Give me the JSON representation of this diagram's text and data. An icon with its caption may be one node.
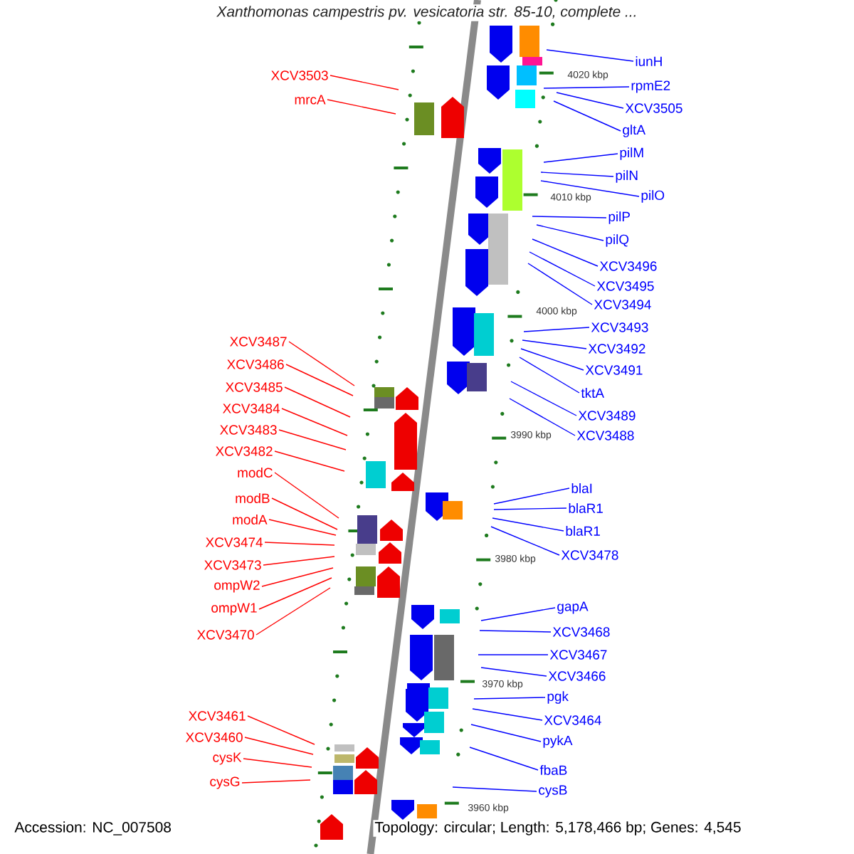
{
  "diagram": {
    "title": "Xanthomonas campestris pv. vesicatoria str. 85-10, complete ...",
    "nodes": [
      {
        "text": [
          "XCV3503"
        ]
      },
      {
        "text": [
          "mrcA"
        ]
      },
      {
        "text": [
          "XCV3487"
        ]
      },
      {
        "text": [
          "XCV3486"
        ]
      },
      {
        "text": [
          "XCV3485"
        ]
      },
      {
        "text": [
          "XCV3484"
        ]
      },
      {
        "text": [
          "XCV3483"
        ]
      },
      {
        "text": [
          "XCV3482"
        ]
      },
      {
        "text": [
          "modC"
        ]
      },
      {
        "text": [
          "modB"
        ]
      },
      {
        "text": [
          "modA"
        ]
      },
      {
        "text": [
          "XCV3474"
        ]
      },
      {
        "text": [
          "XCV3473"
        ]
      },
      {
        "text": [
          "ompW2"
        ]
      },
      {
        "text": [
          "ompW1"
        ]
      },
      {
        "text": [
          "XCV3470"
        ]
      },
      {
        "text": [
          "XCV3461"
        ]
      },
      {
        "text": [
          "XCV3460"
        ]
      },
      {
        "text": [
          "cysK"
        ]
      },
      {
        "text": [
          "cysG"
        ]
      },
      {
        "text": [
          "iunH"
        ]
      },
      {
        "text": [
          "rpmE2"
        ]
      },
      {
        "text": [
          "XCV3505"
        ]
      },
      {
        "text": [
          "gltA"
        ]
      },
      {
        "text": [
          "pilM"
        ]
      },
      {
        "text": [
          "pilN"
        ]
      },
      {
        "text": [
          "pilO"
        ]
      },
      {
        "text": [
          "pilP"
        ]
      },
      {
        "text": [
          "pilQ"
        ]
      },
      {
        "text": [
          "XCV3496"
        ]
      },
      {
        "text": [
          "XCV3495"
        ]
      },
      {
        "text": [
          "XCV3494"
        ]
      },
      {
        "text": [
          "XCV3493"
        ]
      },
      {
        "text": [
          "XCV3492"
        ]
      },
      {
        "text": [
          "XCV3491"
        ]
      },
      {
        "text": [
          "tktA"
        ]
      },
      {
        "text": [
          "XCV3489"
        ]
      },
      {
        "text": [
          "XCV3488"
        ]
      },
      {
        "text": [
          "blaI"
        ]
      },
      {
        "text": [
          "blaR1"
        ]
      },
      {
        "text": [
          "blaR1"
        ]
      },
      {
        "text": [
          "XCV3478"
        ]
      },
      {
        "text": [
          "gapA"
        ]
      },
      {
        "text": [
          "XCV3468"
        ]
      },
      {
        "text": [
          "XCV3467"
        ]
      },
      {
        "text": [
          "XCV3466"
        ]
      },
      {
        "text": [
          "pgk"
        ]
      },
      {
        "text": [
          "XCV3464"
        ]
      },
      {
        "text": [
          "pykA"
        ]
      },
      {
        "text": [
          "fbaB"
        ]
      },
      {
        "text": [
          "cysB"
        ]
      }
    ],
    "edges": [
      {
        "from": 0,
        "to": null,
        "arrow": "none",
        "color": "#ff0000"
      },
      {
        "from": 1,
        "to": null,
        "arrow": "none",
        "color": "#ff0000"
      },
      {
        "from": 2,
        "to": null,
        "arrow": "none",
        "color": "#ff0000"
      },
      {
        "from": 3,
        "to": null,
        "arrow": "none",
        "color": "#ff0000"
      },
      {
        "from": 4,
        "to": null,
        "arrow": "none",
        "color": "#ff0000"
      },
      {
        "from": 5,
        "to": null,
        "arrow": "none",
        "color": "#ff0000"
      },
      {
        "from": 6,
        "to": null,
        "arrow": "none",
        "color": "#ff0000"
      },
      {
        "from": 7,
        "to": null,
        "arrow": "none",
        "color": "#ff0000"
      },
      {
        "from": 8,
        "to": null,
        "arrow": "none",
        "color": "#ff0000"
      },
      {
        "from": 9,
        "to": null,
        "arrow": "none",
        "color": "#ff0000"
      },
      {
        "from": 10,
        "to": null,
        "arrow": "none",
        "color": "#ff0000"
      },
      {
        "from": 11,
        "to": null,
        "arrow": "none",
        "color": "#ff0000"
      },
      {
        "from": 12,
        "to": null,
        "arrow": "none",
        "color": "#ff0000"
      },
      {
        "from": 13,
        "to": null,
        "arrow": "none",
        "color": "#ff0000"
      },
      {
        "from": 14,
        "to": null,
        "arrow": "none",
        "color": "#ff0000"
      },
      {
        "from": 15,
        "to": null,
        "arrow": "none",
        "color": "#ff0000"
      },
      {
        "from": 16,
        "to": null,
        "arrow": "none",
        "color": "#ff0000"
      },
      {
        "from": 17,
        "to": null,
        "arrow": "none",
        "color": "#ff0000"
      },
      {
        "from": 18,
        "to": null,
        "arrow": "none",
        "color": "#ff0000"
      },
      {
        "from": 19,
        "to": null,
        "arrow": "none",
        "color": "#ff0000"
      },
      {
        "from": 20,
        "to": null,
        "arrow": "none"
      },
      {
        "from": 21,
        "to": null,
        "arrow": "none"
      },
      {
        "from": 22,
        "to": null,
        "arrow": "none"
      },
      {
        "from": 23,
        "to": null,
        "arrow": "none"
      },
      {
        "from": 24,
        "to": null,
        "arrow": "none"
      },
      {
        "from": 25,
        "to": null,
        "arrow": "none"
      },
      {
        "from": 26,
        "to": null,
        "arrow": "none"
      },
      {
        "from": 27,
        "to": null,
        "arrow": "none"
      },
      {
        "from": 28,
        "to": null,
        "arrow": "none"
      },
      {
        "from": 29,
        "to": null,
        "arrow": "none"
      },
      {
        "from": 30,
        "to": null,
        "arrow": "none"
      },
      {
        "from": 31,
        "to": null,
        "arrow": "none"
      },
      {
        "from": 32,
        "to": null,
        "arrow": "none"
      },
      {
        "from": 33,
        "to": null,
        "arrow": "none"
      },
      {
        "from": 34,
        "to": null,
        "arrow": "none"
      },
      {
        "from": 35,
        "to": null,
        "arrow": "none"
      },
      {
        "from": 36,
        "to": null,
        "arrow": "none"
      },
      {
        "from": 37,
        "to": null,
        "arrow": "none"
      },
      {
        "from": 38,
        "to": null,
        "arrow": "none"
      },
      {
        "from": 39,
        "to": null,
        "arrow": "none"
      },
      {
        "from": 40,
        "to": null,
        "arrow": "none"
      },
      {
        "from": 41,
        "to": null,
        "arrow": "none"
      },
      {
        "from": 42,
        "to": null,
        "arrow": "none"
      },
      {
        "from": 43,
        "to": null,
        "arrow": "none"
      },
      {
        "from": 44,
        "to": null,
        "arrow": "none"
      },
      {
        "from": 45,
        "to": null,
        "arrow": "none"
      },
      {
        "from": 46,
        "to": null,
        "arrow": "none"
      },
      {
        "from": 47,
        "to": null,
        "arrow": "none"
      },
      {
        "from": 48,
        "to": null,
        "arrow": "none"
      },
      {
        "from": 49,
        "to": null,
        "arrow": "none"
      },
      {
        "from": 50,
        "to": null,
        "arrow": "none"
      }
    ],
    "labels": [
      "4020 kbp",
      "4010 kbp",
      "4000 kbp",
      "3990 kbp",
      "3980 kbp",
      "3970 kbp",
      "3960 kbp",
      "Accession: NC_007508",
      "Topology: circular; Length: 5,178,466 bp; Genes: 4,545"
    ]
  }
}
